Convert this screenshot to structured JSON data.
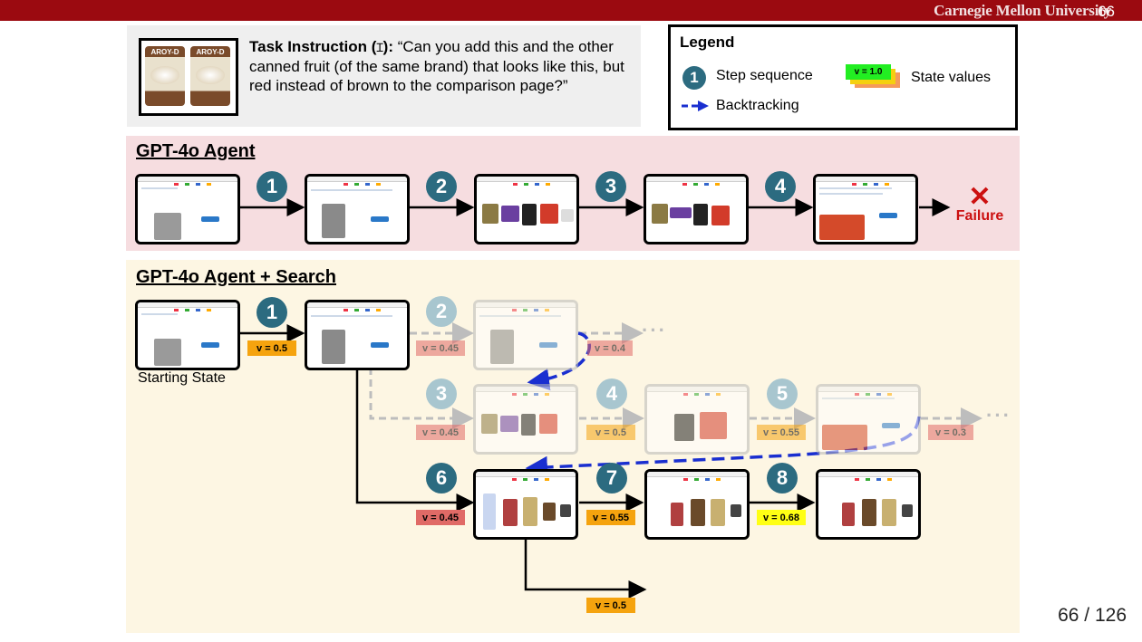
{
  "header": {
    "brand": "Carnegie Mellon University",
    "page_badge": "66"
  },
  "task": {
    "label": "Task Instruction (",
    "label_end": "):",
    "text": "“Can you add this and the other canned fruit (of the same brand) that looks like this, but red instead of brown to the comparison page?”",
    "thumb_brand": "AROY-D"
  },
  "legend": {
    "title": "Legend",
    "step_num": "1",
    "step_label": "Step sequence",
    "backtrack_label": "Backtracking",
    "state_sample": "v = 1.0",
    "state_label": "State values"
  },
  "panel_agent": {
    "title": "GPT-4o Agent",
    "steps": [
      "1",
      "2",
      "3",
      "4"
    ],
    "failure_label": "Failure"
  },
  "panel_search": {
    "title": "GPT-4o Agent + Search",
    "starting_label": "Starting State",
    "steps": [
      "1",
      "2",
      "3",
      "4",
      "5",
      "6",
      "7",
      "8"
    ],
    "values": [
      "v = 0.5",
      "v = 0.45",
      "v = 0.4",
      "v = 0.45",
      "v = 0.5",
      "v = 0.55",
      "v = 0.3",
      "v = 0.45",
      "v = 0.55",
      "v = 0.68",
      "v = 0.5"
    ],
    "ellipsis": "···"
  },
  "colors": {
    "accent_red": "#9b0a10",
    "step_circle": "#2c6b80",
    "backtrack": "#1a2fd0",
    "v_orange": "#f5a30e",
    "v_red": "#e06a66",
    "v_yellow": "#ffff14",
    "v_green": "#22ee22"
  },
  "footer": {
    "page": "66 / 126"
  }
}
